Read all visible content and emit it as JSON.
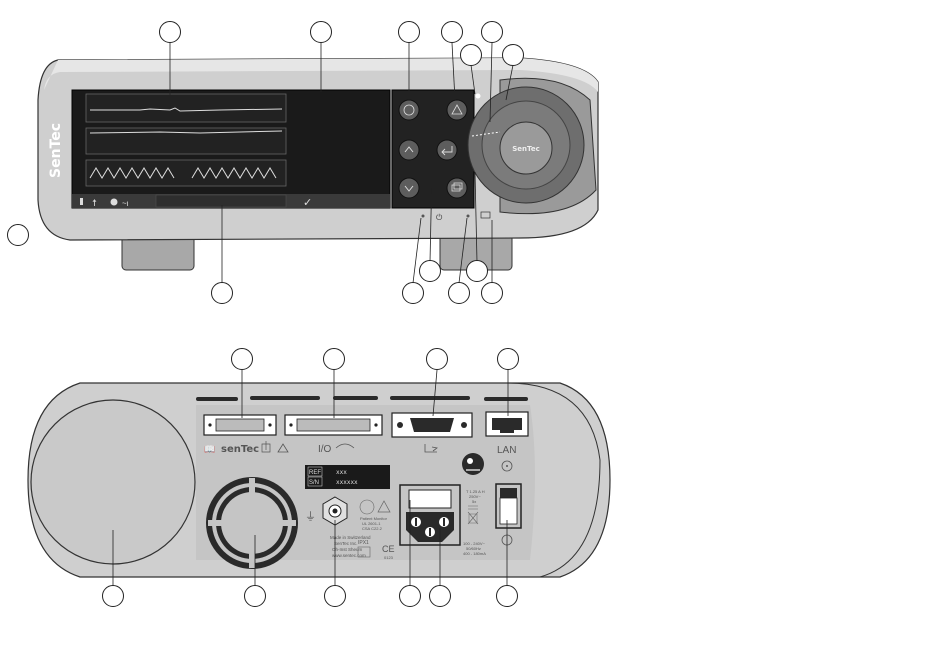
{
  "front": {
    "brand_vertical": "SenTec",
    "status_bar_check": "✓",
    "knob_label": "SenTec"
  },
  "rear": {
    "brand": "senTec",
    "io_label": "I/O",
    "lan_label": "LAN",
    "ref_label": "REF",
    "ref_value": "xxx",
    "sn_label": "S/N",
    "sn_value": "xxxxxx",
    "made_in": "Made in Switzerland",
    "maker_line1": "SenTec Inc.",
    "maker_line2": "Oh-Inst Sheum",
    "website": "www.sentec.com",
    "ul_line1": "Patient Monitor",
    "ul_line2": "UL 2601-1",
    "ul_line3": "CSA C22.2",
    "ip_rating": "IPX1",
    "ce_mark": "CE",
    "ce_number": "0123",
    "fuse_label": "T 1.25 A H",
    "fuse_sub1": "250V~",
    "fuse_sub2": "5x",
    "power_line1": "100 - 240V~",
    "power_line2": "50/60Hz",
    "power_line3": "400 - 180mA"
  },
  "colors": {
    "body": "#c9c9c9",
    "body_dark": "#8f8f8f",
    "screen": "#1a1a1a",
    "panel": "#222222",
    "button": "#5d5d5d",
    "knob_ring": "#7a7a7a",
    "knob_center": "#9a9a9a"
  },
  "callouts": 29
}
